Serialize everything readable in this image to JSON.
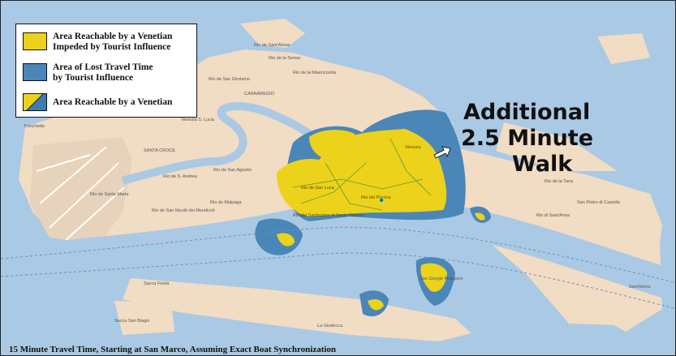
{
  "legend": {
    "items": [
      {
        "label_line1": "Area Reachable by a Venetian",
        "label_line2": "Impeded by Tourist Influence",
        "color": "#ecd21a"
      },
      {
        "label_line1": "Area of Lost Travel Time",
        "label_line2": "by Tourist Influence",
        "color": "#4a86b8"
      },
      {
        "label_line1": "Area Reachable by a Venetian",
        "label_line2": "",
        "color": "#ecd21a",
        "color2": "#3f7db0"
      }
    ]
  },
  "annotation": {
    "line1": "Additional",
    "line2": "2.5 Minute",
    "line3": "Walk"
  },
  "caption": "15 Minute Travel Time, Starting at San Marco, Assuming Exact Boat Synchronization",
  "places": {
    "venezia_top": "Venezia",
    "san_luca": "Rio de San Luca",
    "piscina": "Rio del Piscina",
    "santissimo": "Rio del Santissimo di Santo Stefano",
    "san_giorgio": "San Giorgio Maggiore",
    "sacca_fisola": "Sacca Fisola",
    "sacca_san_biagio": "Sacca San Biagio",
    "la_giudecca": "La Giudecca",
    "san_pietro": "San Pietro di Castello",
    "sant_elena": "Sant'Elena",
    "cannaregio": "CANNAREGIO",
    "santa_croce": "SANTA CROCE",
    "tronchetto": "Tronchetto",
    "santa_lucia": "Venezia S. Lucia",
    "sant_andrea": "Rio de S. Andrea",
    "san_nicolo": "Rio de San Nicolò dei Mendicoli",
    "sant_anna": "Rio di Sant'Anna",
    "rio_tana": "Rio de la Tana",
    "malpaga": "Rio de Malpaga",
    "san_agostin": "Rio de San Agostin",
    "misericordia": "Rio de la Misericordia",
    "sensa": "Rio de la Sensa",
    "san_girolamo": "Rio de San Girolamo",
    "sant_alvise": "Rio de Sant'Alvise",
    "santa_marta": "Rio de Santa Marta"
  },
  "colors": {
    "water": "#aac9e4",
    "land": "#f1dcc4",
    "yellow": "#ecd21a",
    "lost": "#4a86b8",
    "road": "#ffffff"
  },
  "icons": {
    "arrow": "white-arrow-icon",
    "marker": "location-pin-icon"
  }
}
